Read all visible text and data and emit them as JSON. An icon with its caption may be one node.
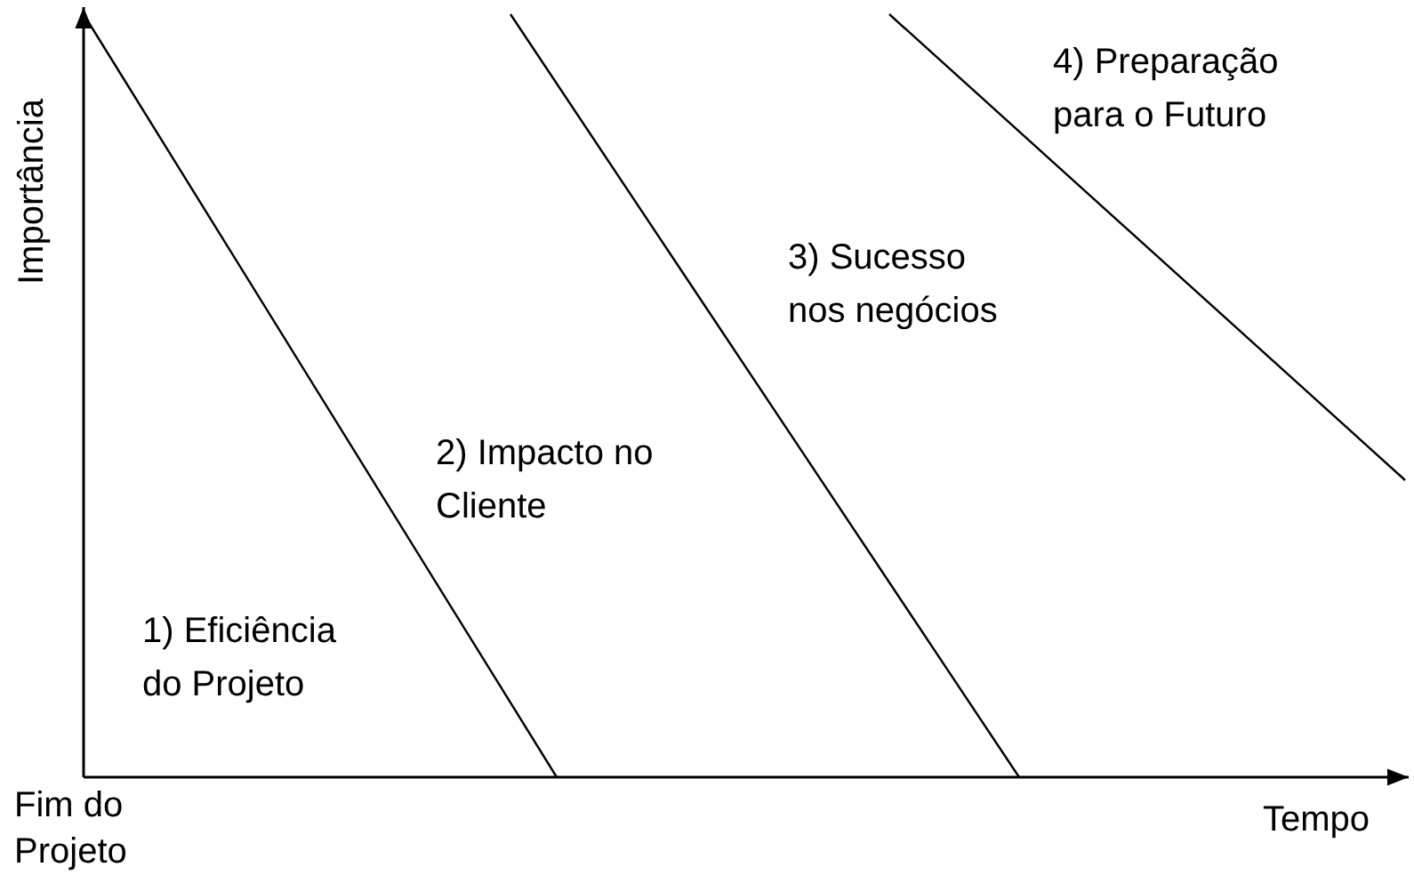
{
  "diagram": {
    "labels": [
      "Importância",
      "4) Preparação para o Futuro",
      "3) Sucesso nos negócios",
      "2) Impacto no Cliente",
      "1) Eficiência do Projeto",
      "Fim do Projeto",
      "Tempo"
    ]
  }
}
